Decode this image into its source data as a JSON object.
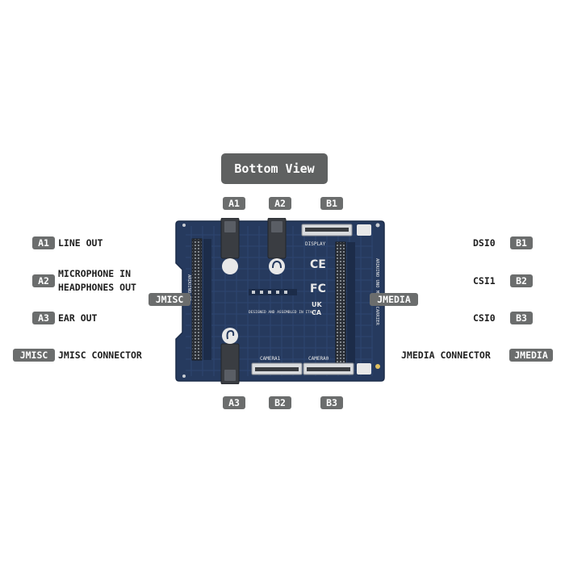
{
  "title": "Bottom View",
  "board_tags": {
    "top_a1": "A1",
    "top_a2": "A2",
    "top_b1": "B1",
    "bottom_a3": "A3",
    "bottom_b2": "B2",
    "bottom_b3": "B3",
    "left_jmisc": "JMISC",
    "right_jmedia": "JMEDIA"
  },
  "left_legend": [
    {
      "tag": "A1",
      "label": "LINE OUT"
    },
    {
      "tag": "A2",
      "label": "MICROPHONE IN",
      "label2": "HEADPHONES OUT"
    },
    {
      "tag": "A3",
      "label": "EAR OUT"
    },
    {
      "tag": "JMISC",
      "label": "JMISC CONNECTOR"
    }
  ],
  "right_legend": [
    {
      "tag": "B1",
      "label": "DSI0"
    },
    {
      "tag": "B2",
      "label": "CSI1"
    },
    {
      "tag": "B3",
      "label": "CSI0"
    },
    {
      "tag": "JMEDIA",
      "label": "JMEDIA CONNECTOR"
    }
  ],
  "pcb_text": {
    "display": "DISPLAY",
    "camera1": "CAMERA1",
    "camera0": "CAMERA0",
    "side_right": "ARDUINO UNO MEDIA CARRIER",
    "side_left": "ARDUINO.CC",
    "assembled": "DESIGNED AND ASSEMBLED IN ITALY",
    "ce": "CE",
    "fc": "FC",
    "ukca_top": "UK",
    "ukca_bottom": "CA"
  },
  "colors": {
    "pcb": "#263a5e",
    "pcb_dark": "#1c2c49",
    "tag_bg": "#6b6d6d",
    "title_bg": "#5f6161"
  }
}
